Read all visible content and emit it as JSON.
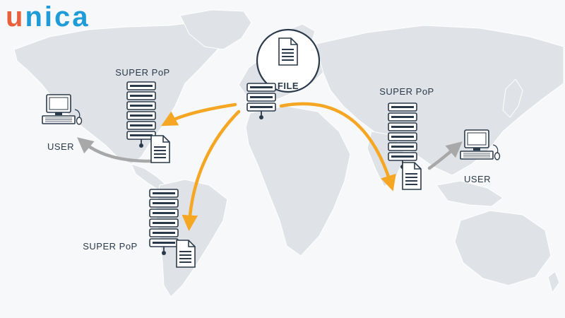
{
  "brand": {
    "logo_first": "u",
    "logo_rest": "nica"
  },
  "colors": {
    "accent_arrow": "#f5a623",
    "user_arrow": "#a8a8a8",
    "ink": "#2b3a4a",
    "map_land": "#dfe2e6"
  },
  "diagram": {
    "origin_label": "FILE",
    "pops": [
      {
        "label": "SUPER PoP"
      },
      {
        "label": "SUPER PoP"
      },
      {
        "label": "SUPER PoP"
      }
    ],
    "users": [
      {
        "label": "USER"
      },
      {
        "label": "USER"
      }
    ]
  }
}
